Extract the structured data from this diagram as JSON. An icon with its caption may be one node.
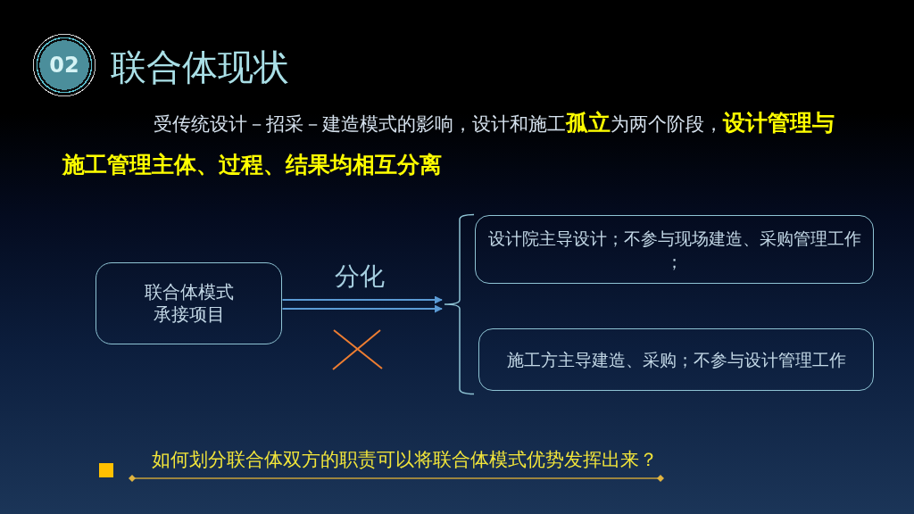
{
  "diagram": {
    "title": "联合体现状",
    "nodes": [
      {
        "text": [
          "02"
        ]
      },
      {
        "text": [
          "联合体模式承接项目"
        ]
      },
      {
        "text": [],
        "shape": "brace"
      },
      {
        "text": [
          "设计院主导设计；不参与现场建造、采购管理工作；"
        ]
      },
      {
        "text": [
          "施工方主导建造、采购；不参与设计管理工作"
        ]
      }
    ],
    "edges": [
      {
        "from": 1,
        "to": 2,
        "arrow": "to",
        "label": "分化"
      },
      {
        "from": 1,
        "to": 2,
        "arrow": "to"
      }
    ],
    "labels": [
      "受传统设计－招采－建造模式的影响，设计和施工**孤立**为两个阶段，**设计管理与施工管理主体、过程、结果均相互分离**",
      "如何划分联合体双方的职责可以将联合体模式优势发挥出来？"
    ]
  }
}
